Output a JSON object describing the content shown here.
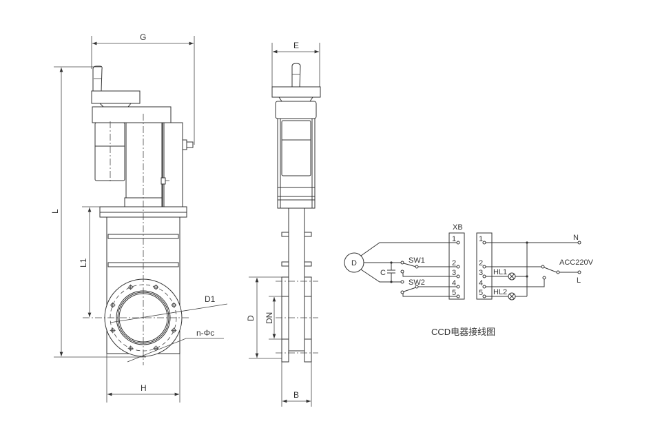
{
  "front_view": {
    "dim_G": "G",
    "dim_L": "L",
    "dim_L1": "L1",
    "dim_H": "H",
    "dim_D1": "D1",
    "dim_bolt_holes": "n-Φc"
  },
  "side_view": {
    "dim_E": "E",
    "dim_D": "D",
    "dim_DN": "DN",
    "dim_B": "B"
  },
  "wiring": {
    "terminal_block_label": "XB",
    "motor_label": "D",
    "capacitor_label": "C",
    "switch_1": "SW1",
    "switch_2": "SW2",
    "terminals": [
      "1",
      "2",
      "3",
      "4",
      "5"
    ],
    "lamp_1": "HL1",
    "lamp_2": "HL2",
    "neutral": "N",
    "live": "L",
    "supply": "ACC220V",
    "caption": "CCD电器接线图"
  }
}
